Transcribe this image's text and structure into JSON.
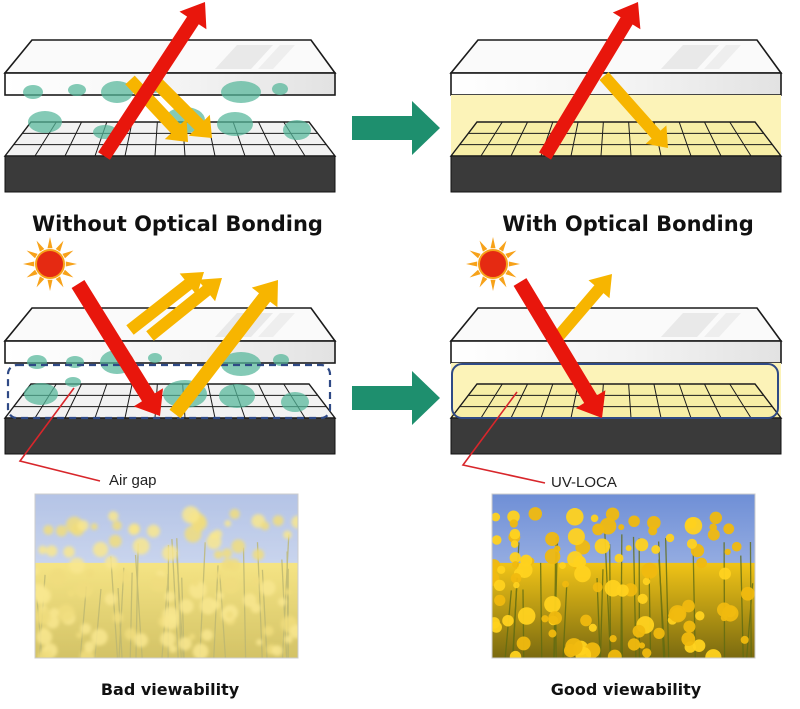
{
  "headings": {
    "without": "Without Optical Bonding",
    "with": "With Optical Bonding"
  },
  "labels": {
    "air_gap": "Air gap",
    "uv_loca": "UV-LOCA"
  },
  "captions": {
    "bad": "Bad viewability",
    "good": "Good viewability"
  },
  "colors": {
    "incident_light": "#e8160c",
    "reflected_light": "#f7b500",
    "transition_arrow": "#1e8f6e",
    "bonding_fill": "#fcf3b8",
    "bubble": "#55b79a",
    "display_base": "#3a3a3a",
    "frame_outline": "#2f4a86",
    "callout_line": "#d8262b",
    "sun": "#e52a12"
  }
}
